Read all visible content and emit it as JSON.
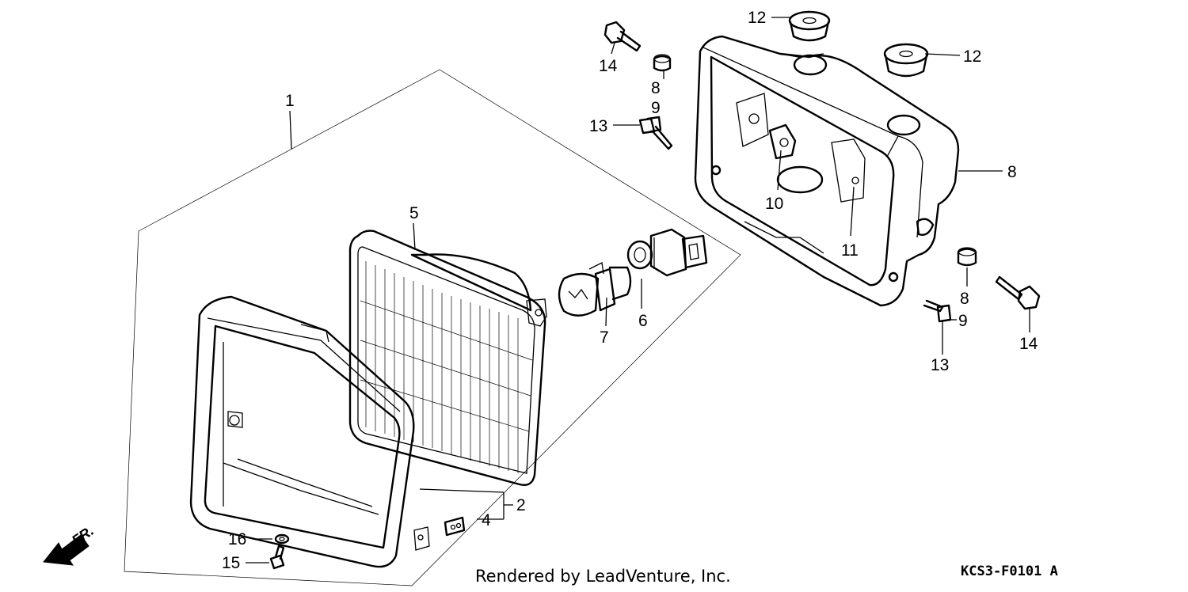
{
  "diagram": {
    "part_labels": {
      "p1": "1",
      "p2": "2",
      "p4": "4",
      "p5": "5",
      "p6": "6",
      "p7": "7",
      "p8a": "8",
      "p8b": "8",
      "p8c": "8",
      "p9a": "9",
      "p9b": "9",
      "p10": "10",
      "p11": "11",
      "p12a": "12",
      "p12b": "12",
      "p13a": "13",
      "p13b": "13",
      "p14a": "14",
      "p14b": "14",
      "p15": "15",
      "p16": "16"
    },
    "direction_label": "FR."
  },
  "footer": {
    "credit": "Rendered by LeadVenture, Inc.",
    "code": "KCS3-F0101 A"
  }
}
